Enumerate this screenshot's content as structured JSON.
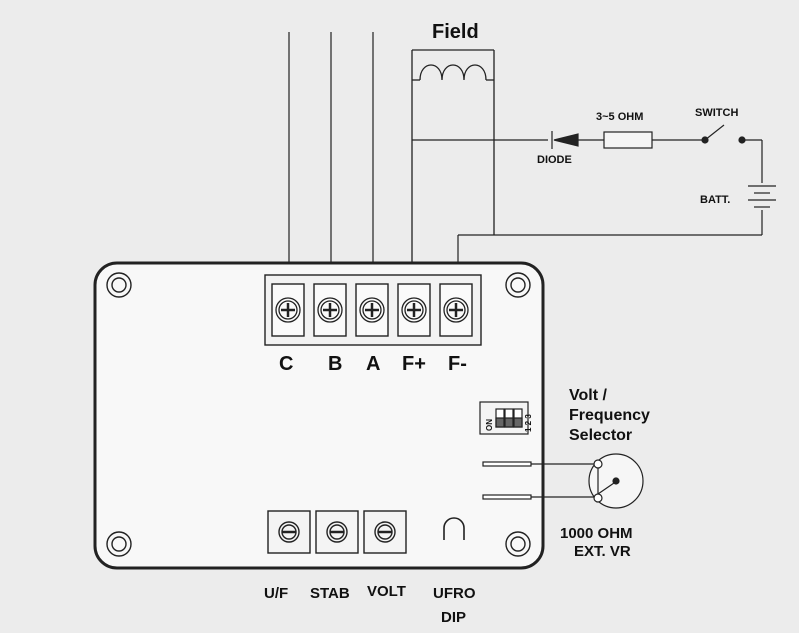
{
  "field_label": "Field",
  "resistor_label": "3~5  OHM",
  "switch_label": "SWITCH",
  "diode_label": "DIODE",
  "battery_label": "BATT.",
  "terminals": [
    "C",
    "B",
    "A",
    "F+",
    "F-"
  ],
  "selector": {
    "line1": "Volt /",
    "line2": "Frequency",
    "line3": "Selector",
    "on": "ON",
    "nums": "1 2 3"
  },
  "ext_vr": {
    "line1": "1000  OHM",
    "line2": "EXT. VR"
  },
  "pots": [
    "U/F",
    "STAB",
    "VOLT"
  ],
  "ufro": {
    "line1": "UFRO",
    "line2": "DIP"
  },
  "colors": {
    "background": "#ececec",
    "line": "#222222"
  }
}
